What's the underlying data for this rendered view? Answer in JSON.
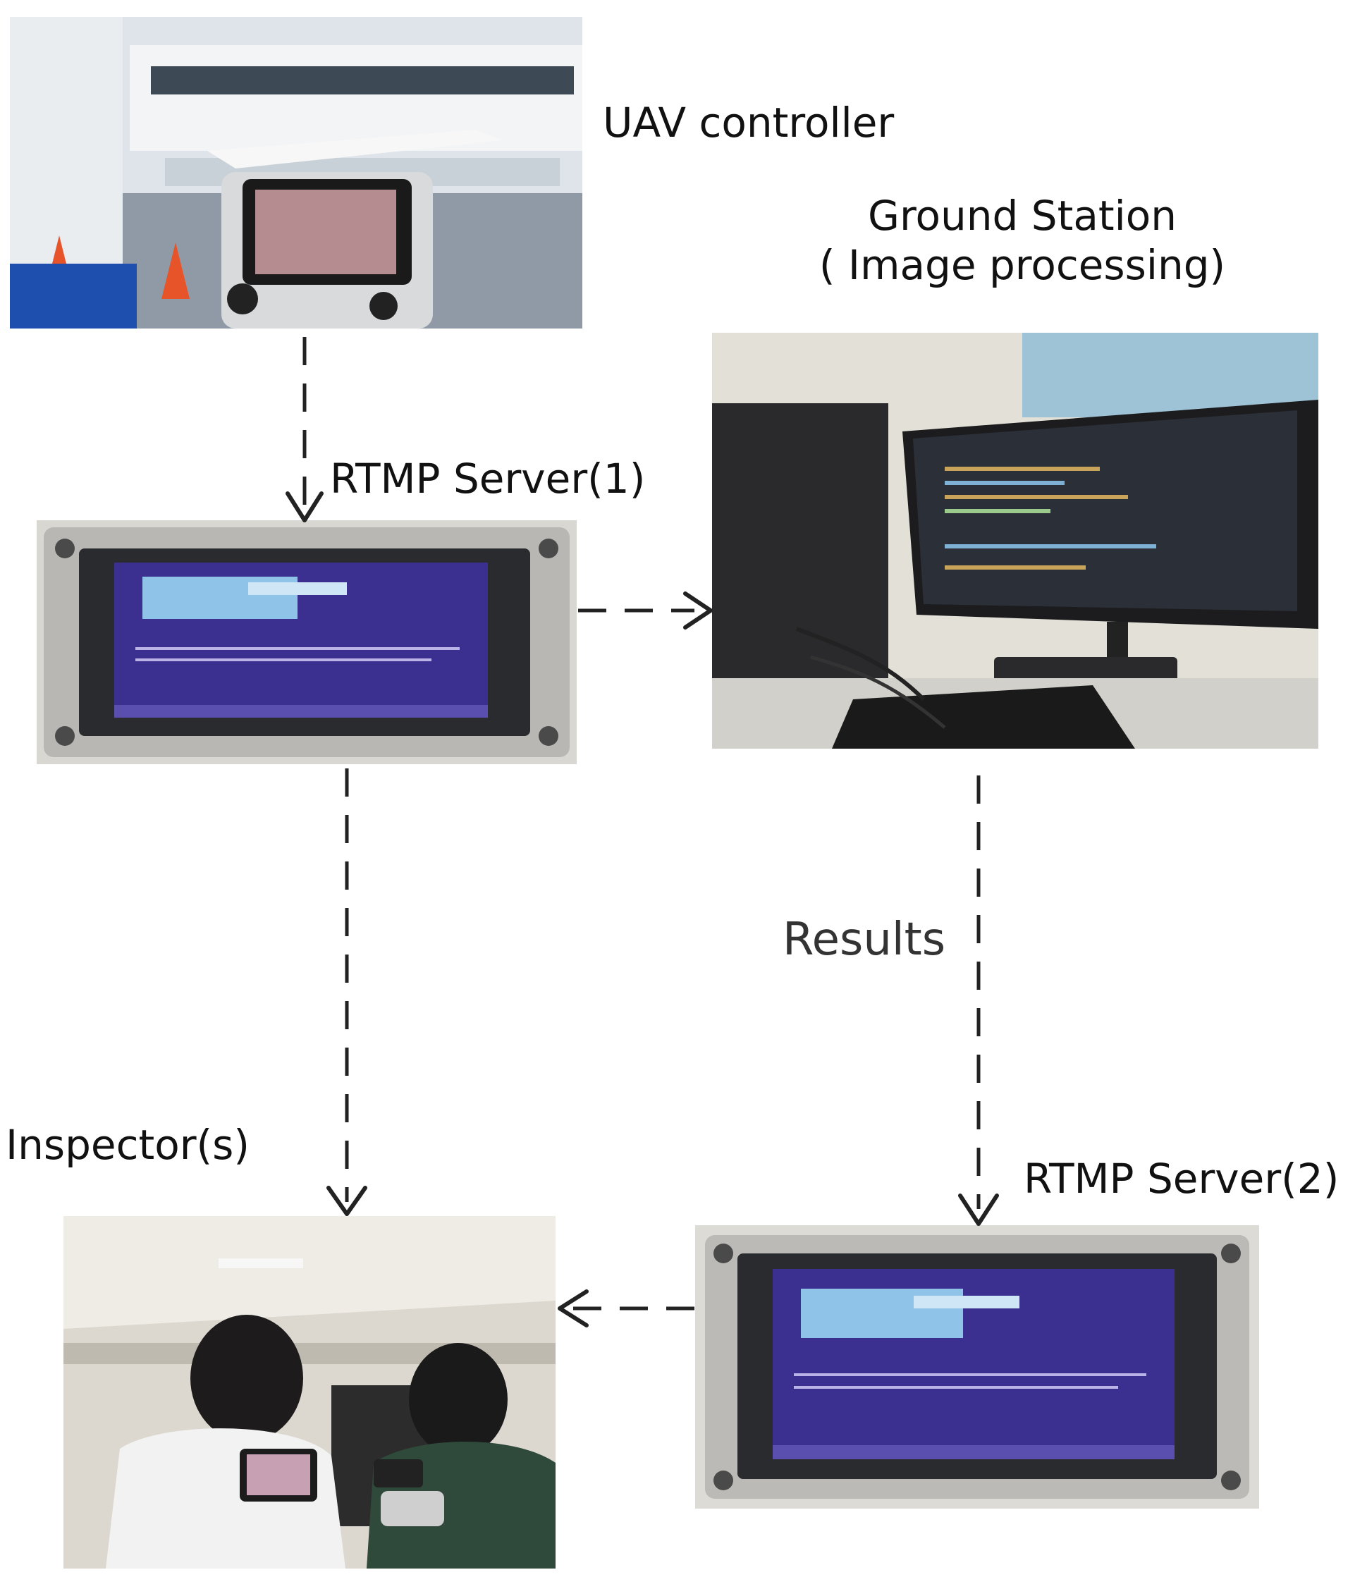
{
  "nodes": {
    "uav_controller": {
      "label": "UAV controller"
    },
    "ground_station": {
      "label_line1": "Ground Station",
      "label_line2": "( Image processing)"
    },
    "rtmp_server_1": {
      "label": "RTMP Server(1)"
    },
    "rtmp_server_2": {
      "label": "RTMP Server(2)"
    },
    "inspectors": {
      "label": "Inspector(s)"
    }
  },
  "edges": {
    "results_label": "Results"
  },
  "colors": {
    "line": "#222222",
    "screen": "#3b2f8f",
    "floor": "#9aa5b1",
    "monitor": "#1c1c1e"
  }
}
